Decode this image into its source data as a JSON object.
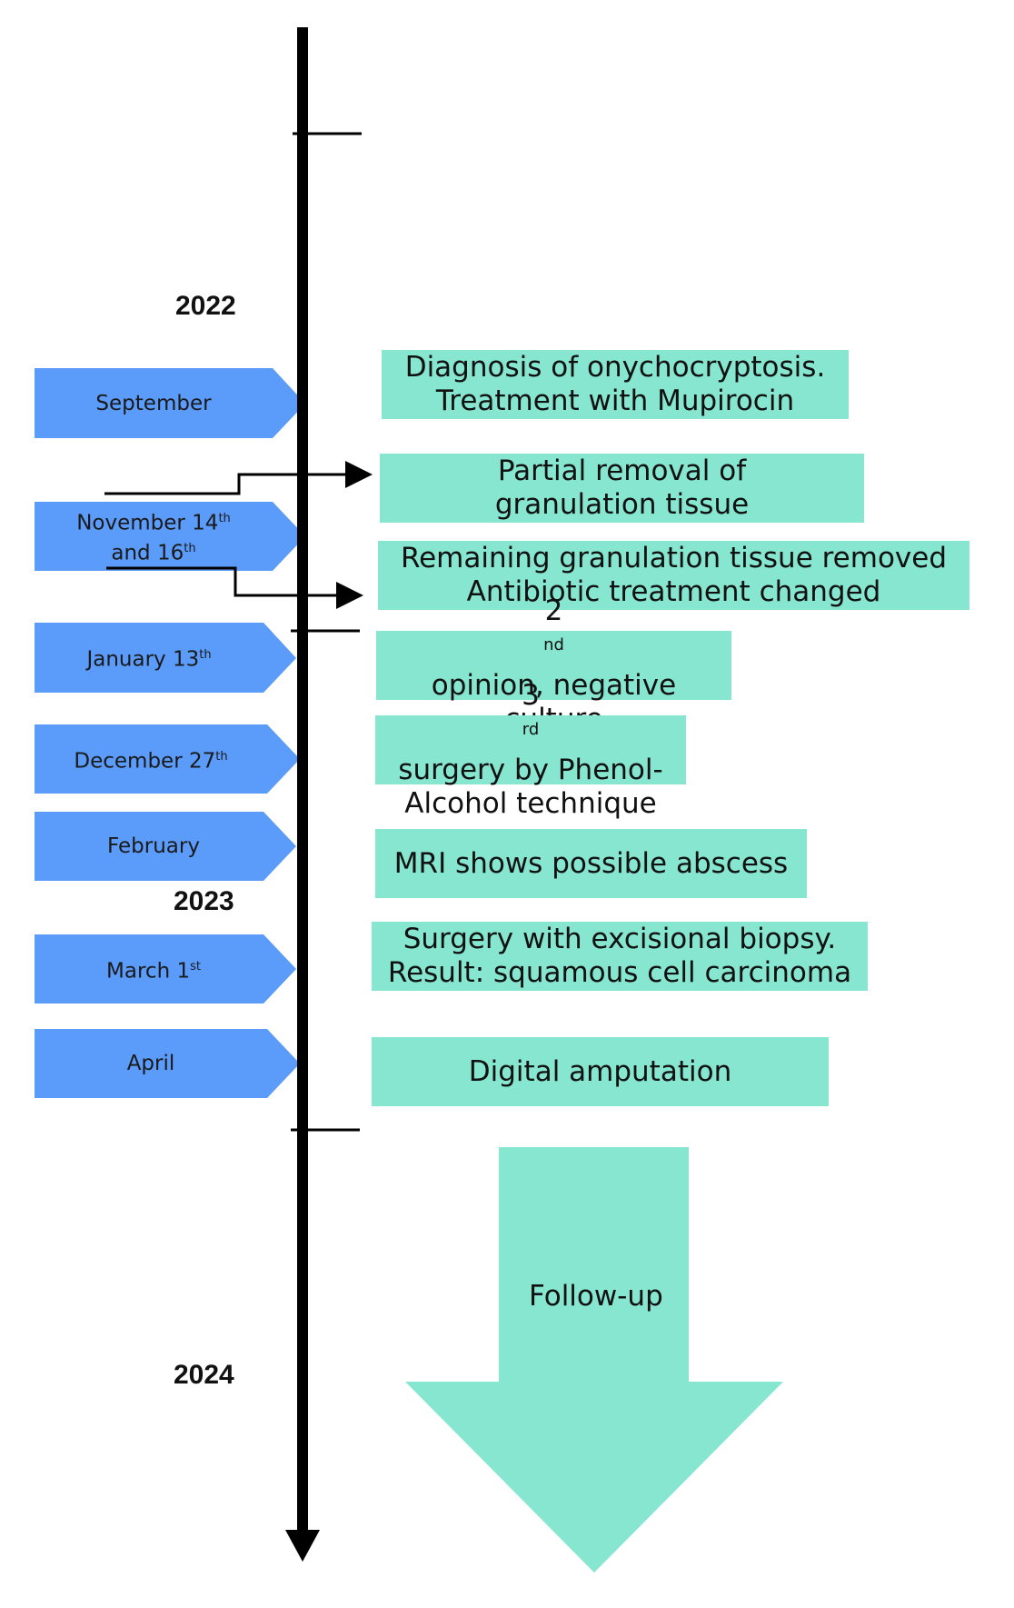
{
  "years": {
    "y2022": "2022",
    "y2023": "2023",
    "y2024": "2024"
  },
  "dates": {
    "september": "September",
    "november_line1": "November 14",
    "november_sup1": "th",
    "november_line2": "and 16",
    "november_sup2": "th",
    "january": "January 13",
    "january_sup": "th",
    "december": "December 27",
    "december_sup": "th",
    "february": "February",
    "march": "March 1",
    "march_sup": "st",
    "april": "April"
  },
  "events": {
    "diagnosis_line1": "Diagnosis of onychocryptosis.",
    "diagnosis_line2": "Treatment with Mupirocin",
    "partial_line1": "Partial removal of",
    "partial_line2": "granulation tissue",
    "remaining_line1": "Remaining granulation tissue removed",
    "remaining_line2": "Antibiotic treatment changed",
    "second_opinion_num": "2",
    "second_opinion_sup": "nd",
    "second_opinion_rest": " opinion, negative",
    "second_opinion_line2": "culture",
    "third_surgery_num": "3",
    "third_surgery_sup": "rd",
    "third_surgery_rest": " surgery by Phenol-",
    "third_surgery_line2": "Alcohol technique",
    "mri": "MRI shows possible abscess",
    "biopsy_line1": "Surgery with excisional biopsy.",
    "biopsy_line2": "Result: squamous cell carcinoma",
    "amputation": "Digital amputation"
  },
  "followup": "Follow-up",
  "colors": {
    "date_tag": "#5b9bf9",
    "event_box": "#86e6d0",
    "axis": "#000000"
  }
}
